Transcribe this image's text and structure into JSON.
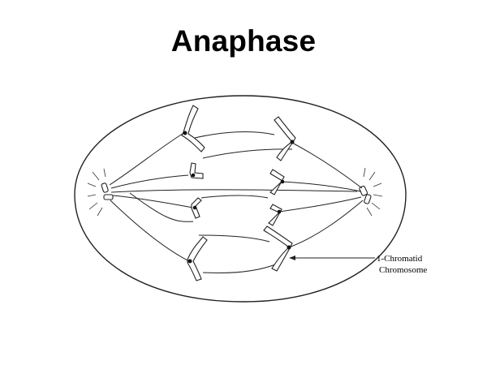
{
  "slide": {
    "title": "Anaphase"
  },
  "diagram": {
    "annotation_line1": "1-Chromatid",
    "annotation_line2": "Chromosome"
  }
}
